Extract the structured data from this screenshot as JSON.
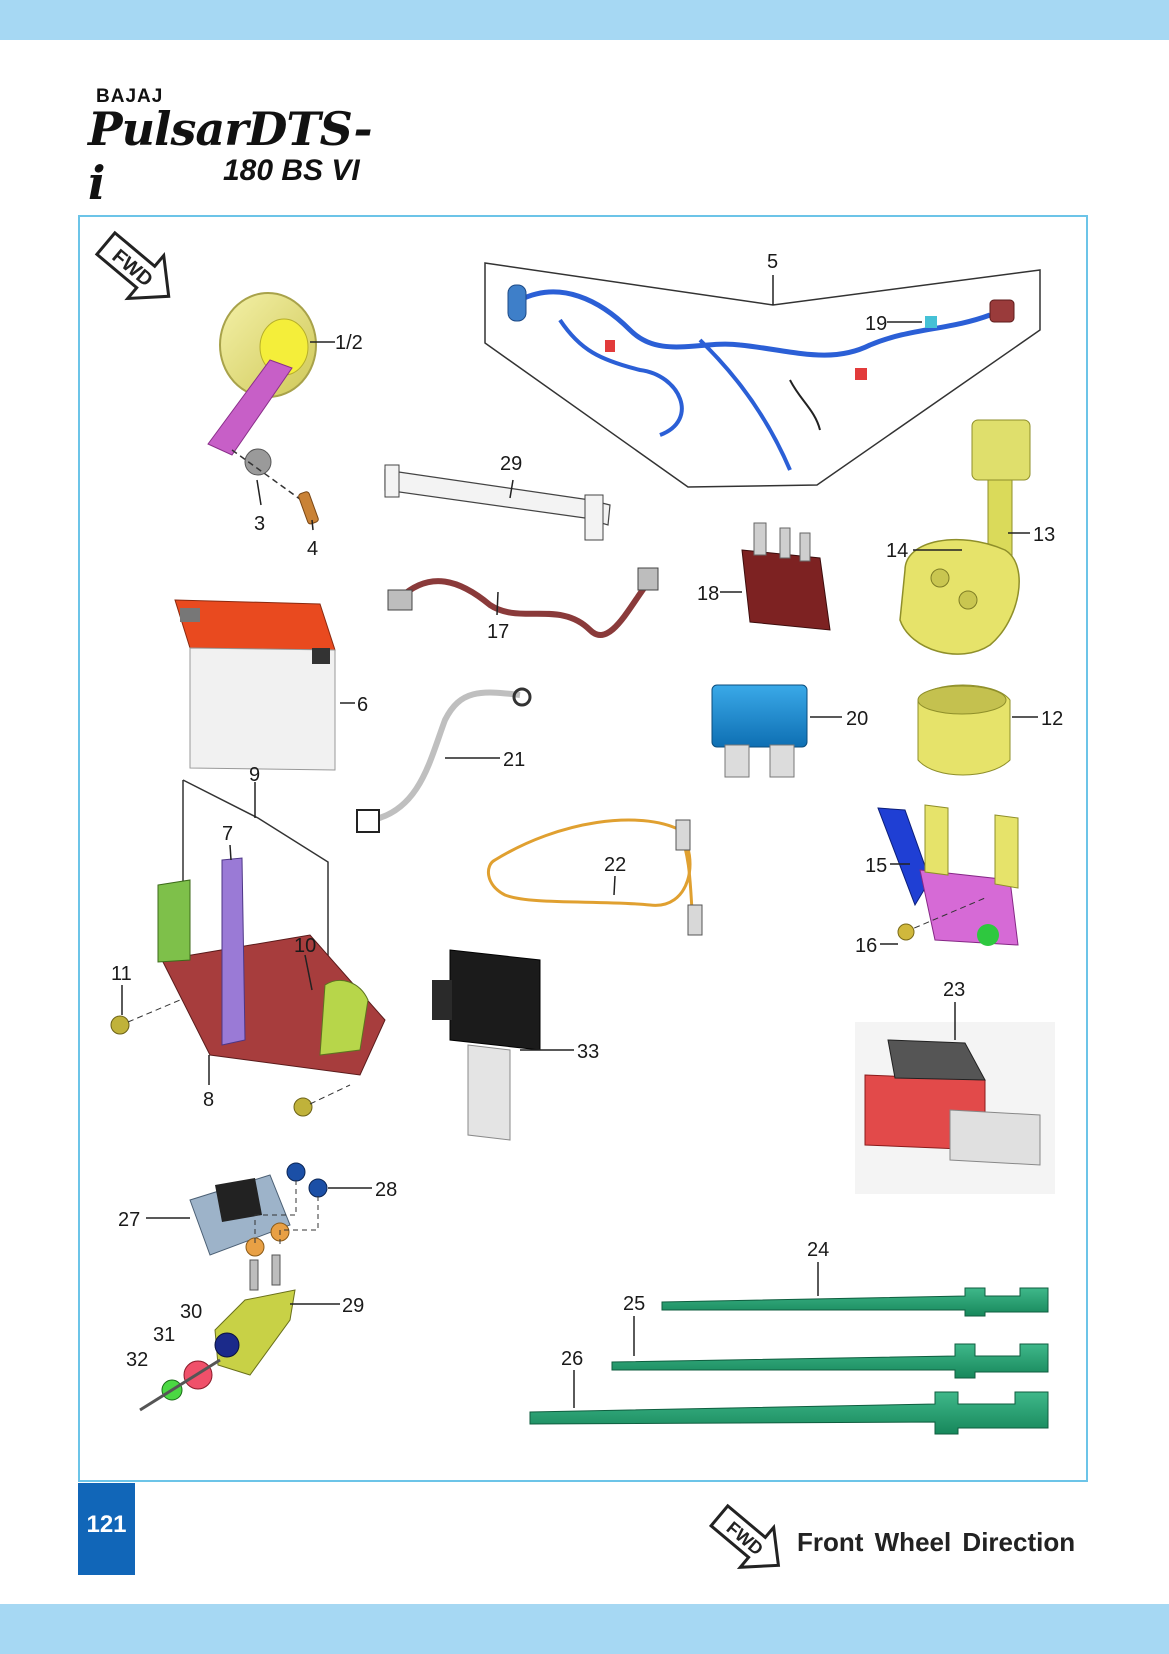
{
  "header": {
    "maker": "BAJAJ",
    "model": "PulsarDTS-i",
    "variant": "180 BS VI"
  },
  "direction_badge": "FWD",
  "legend": {
    "label": "Front Wheel Direction"
  },
  "page_number": "121",
  "colors": {
    "band": "#a6d8f3",
    "frame_border": "#6cc4e8",
    "page_badge": "#1166b8"
  },
  "diagram": {
    "parts": [
      {
        "id": "horn",
        "label": "1/2"
      },
      {
        "id": "washer",
        "label": "3"
      },
      {
        "id": "bolt-4",
        "label": "4"
      },
      {
        "id": "wiring-harness",
        "label": "5"
      },
      {
        "id": "battery",
        "label": "6"
      },
      {
        "id": "strap",
        "label": "7"
      },
      {
        "id": "battery-tray",
        "label": "8"
      },
      {
        "id": "tray-assembly",
        "label": "9"
      },
      {
        "id": "cushion",
        "label": "10"
      },
      {
        "id": "bolt-11",
        "label": "11"
      },
      {
        "id": "rubber-holder",
        "label": "12"
      },
      {
        "id": "starter-relay-lead",
        "label": "13"
      },
      {
        "id": "starter-relay",
        "label": "14"
      },
      {
        "id": "relay-bracket",
        "label": "15"
      },
      {
        "id": "screw-16",
        "label": "16"
      },
      {
        "id": "battery-cable",
        "label": "17"
      },
      {
        "id": "relay-18",
        "label": "18"
      },
      {
        "id": "connector-19",
        "label": "19"
      },
      {
        "id": "fuse",
        "label": "20"
      },
      {
        "id": "earth-cable",
        "label": "21"
      },
      {
        "id": "lead-22",
        "label": "22"
      },
      {
        "id": "flasher",
        "label": "23"
      },
      {
        "id": "tie-24",
        "label": "24"
      },
      {
        "id": "tie-25",
        "label": "25"
      },
      {
        "id": "tie-26",
        "label": "26"
      },
      {
        "id": "control-unit",
        "label": "27"
      },
      {
        "id": "nut-28",
        "label": "28"
      },
      {
        "id": "bracket-29-upper",
        "label": "29"
      },
      {
        "id": "bracket-29-lower",
        "label": "29"
      },
      {
        "id": "grommet-30",
        "label": "30"
      },
      {
        "id": "collar-31",
        "label": "31"
      },
      {
        "id": "bolt-32",
        "label": "32"
      },
      {
        "id": "relay-33",
        "label": "33"
      }
    ]
  }
}
